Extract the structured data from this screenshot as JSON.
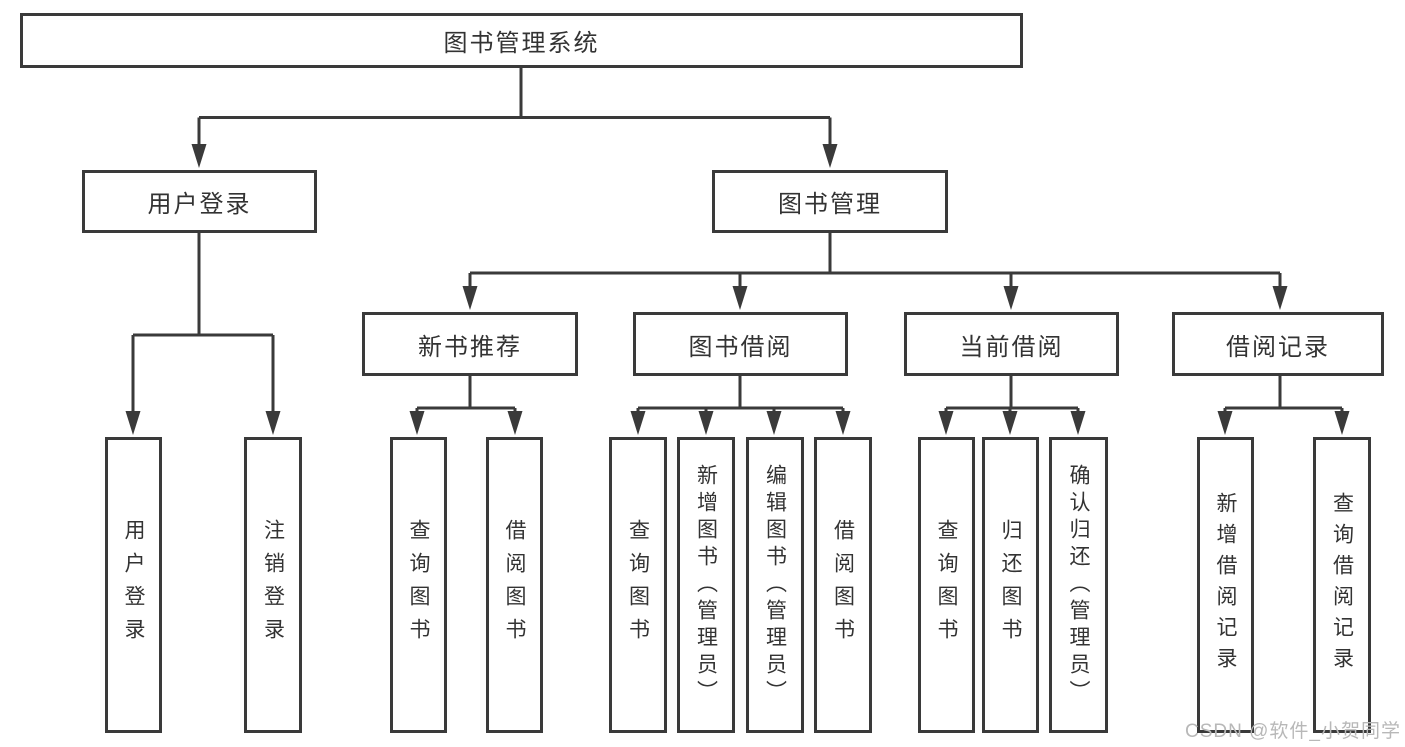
{
  "root": {
    "label": "图书管理系统"
  },
  "level2": [
    {
      "label": "用户登录"
    },
    {
      "label": "图书管理"
    }
  ],
  "level3": [
    {
      "label": "新书推荐"
    },
    {
      "label": "图书借阅"
    },
    {
      "label": "当前借阅"
    },
    {
      "label": "借阅记录"
    }
  ],
  "leaves": {
    "login": [
      {
        "label": "用户登录"
      },
      {
        "label": "注销登录"
      }
    ],
    "recommend": [
      {
        "label": "查询图书"
      },
      {
        "label": "借阅图书"
      }
    ],
    "borrow": [
      {
        "label": "查询图书"
      },
      {
        "label": "新增图书（管理员）"
      },
      {
        "label": "编辑图书（管理员）"
      },
      {
        "label": "借阅图书"
      }
    ],
    "current": [
      {
        "label": "查询图书"
      },
      {
        "label": "归还图书"
      },
      {
        "label": "确认归还（管理员）"
      }
    ],
    "records": [
      {
        "label": "新增借阅记录"
      },
      {
        "label": "查询借阅记录"
      }
    ]
  },
  "watermark": "CSDN @软件_小贺同学",
  "colors": {
    "line": "#3a3a3a",
    "text": "#333333",
    "watermark": "#b8b8b8",
    "background": "#ffffff"
  }
}
